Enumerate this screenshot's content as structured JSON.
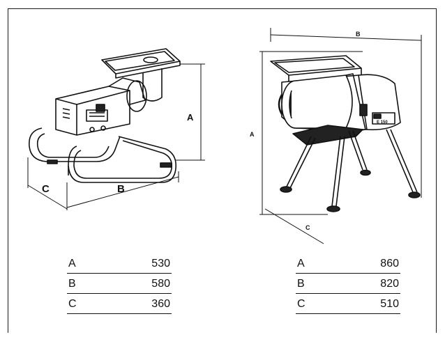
{
  "left_machine": {
    "dim_labels": {
      "a": "A",
      "b": "B",
      "c": "C"
    },
    "table": [
      {
        "key": "A",
        "value": "530"
      },
      {
        "key": "B",
        "value": "580"
      },
      {
        "key": "C",
        "value": "360"
      }
    ]
  },
  "right_machine": {
    "dim_labels": {
      "a": "A",
      "b": "B",
      "c": "C"
    },
    "table": [
      {
        "key": "A",
        "value": "860"
      },
      {
        "key": "B",
        "value": "820"
      },
      {
        "key": "C",
        "value": "510"
      }
    ]
  }
}
